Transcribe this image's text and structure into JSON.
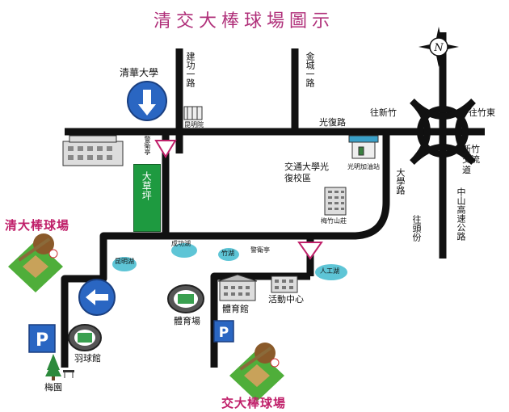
{
  "title": "清交大棒球場圖示",
  "compass": {
    "letter": "N"
  },
  "venues": {
    "tsinghua_field": "清大棒球場",
    "chiaotung_field": "交大棒球場"
  },
  "roads": {
    "jiangong": "建功一路",
    "jincheng": "金城一路",
    "guangfu": "光復路",
    "daxue": "大學路",
    "zhutou": "往頭份",
    "expressway": "中山高速公路",
    "to_xinzhu": "往新竹",
    "to_zhudong": "往竹東",
    "interchange": "新竹交流道"
  },
  "places": {
    "tsinghua": "清華大學",
    "chiaotung": "交通大學光復校區",
    "gas_station": "光明加油站",
    "meizhu": "梅竹山莊",
    "guard1": "警衛亭",
    "guard2": "警衛亭",
    "great_lawn": "大草坪",
    "chengong_lake": "成功湖",
    "zhaoming_lake": "昆明湖",
    "zhuhu": "竹湖",
    "artificial_lake": "人工湖",
    "gym": "體育館",
    "gym_field": "體育場",
    "activity_center": "活動中心",
    "badminton": "羽球館",
    "plum_garden": "梅園",
    "kunmingyuan": "昆明院",
    "parking": "P"
  }
}
